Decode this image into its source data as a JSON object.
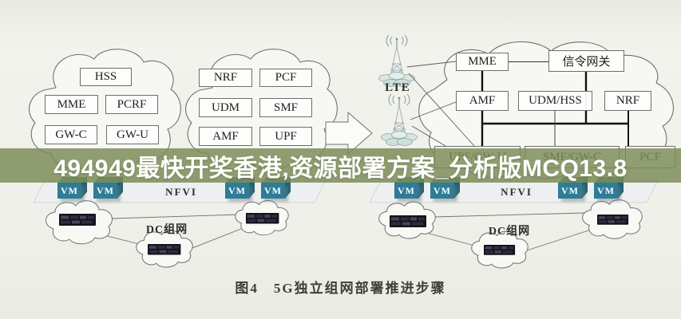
{
  "banner": {
    "text": "494949最快开奖香港,资源部署方案_分析版MCQ13.8",
    "bg_color": "#7c8b57",
    "text_color": "#ffffff"
  },
  "caption": "图4　5G独立组网部署推进步骤",
  "epc_cloud": {
    "hss": "HSS",
    "mme": "MME",
    "pcrf": "PCRF",
    "gw_c": "GW-C",
    "gw_u": "GW-U"
  },
  "core5g_cloud": {
    "nrf": "NRF",
    "pcf": "PCF",
    "udm": "UDM",
    "smf": "SMF",
    "amf": "AMF",
    "upf": "UPF"
  },
  "target_cloud": {
    "mme": "MME",
    "signaling_gw": "信令网关",
    "amf": "AMF",
    "udm_hss": "UDM/HSS",
    "nrf": "NRF",
    "upf_gw_u": "UPF/GW-U",
    "smf_gw_c": "SMF/GW-C",
    "pcf": "PCF"
  },
  "radio": {
    "lte": "LTE"
  },
  "nfvi": {
    "label": "NFVI",
    "vm": "VM"
  },
  "dc": {
    "label": "DC组网"
  },
  "colors": {
    "vm_front": "#2e7c97",
    "vm_top": "#3c8577",
    "box_border": "#6e6e6e",
    "rack": "#14141c"
  }
}
